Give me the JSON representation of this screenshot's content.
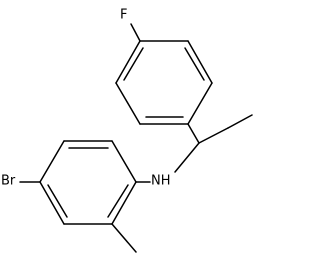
{
  "atoms": {
    "fluorine": "F",
    "amine": "NH",
    "bromine": "Br"
  },
  "colors": {
    "background": "#ffffff",
    "bond": "#000000",
    "label": "#000000"
  }
}
